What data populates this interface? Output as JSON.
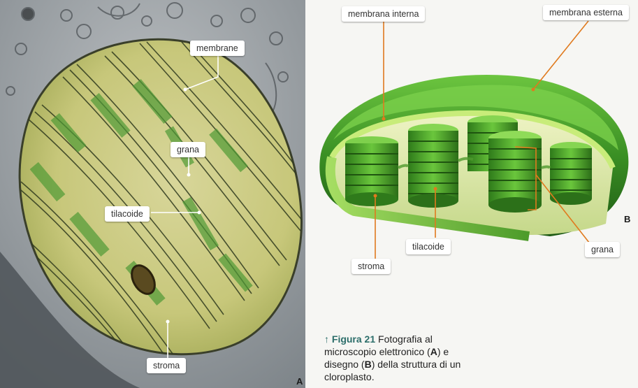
{
  "panel_a": {
    "letter": "A",
    "labels": {
      "membrane": "membrane",
      "grana": "grana",
      "tilacoide": "tilacoide",
      "stroma": "stroma"
    }
  },
  "panel_b": {
    "letter": "B",
    "labels": {
      "membrana_interna": "membrana interna",
      "membrana_esterna": "membrana esterna",
      "tilacoide": "tilacoide",
      "stroma": "stroma",
      "grana": "grana"
    }
  },
  "caption": {
    "arrow": "↑",
    "figure": "Figura 21",
    "text_1": " Fotografia al microscopio elettronico (",
    "letter_a": "A",
    "text_2": ") e disegno (",
    "letter_b": "B",
    "text_3": ") della struttura di un cloroplasto."
  },
  "colors": {
    "stroma_green": "#c9cf7a",
    "membrane_green": "#3e9a2a",
    "label_line": "#e07a1e"
  }
}
